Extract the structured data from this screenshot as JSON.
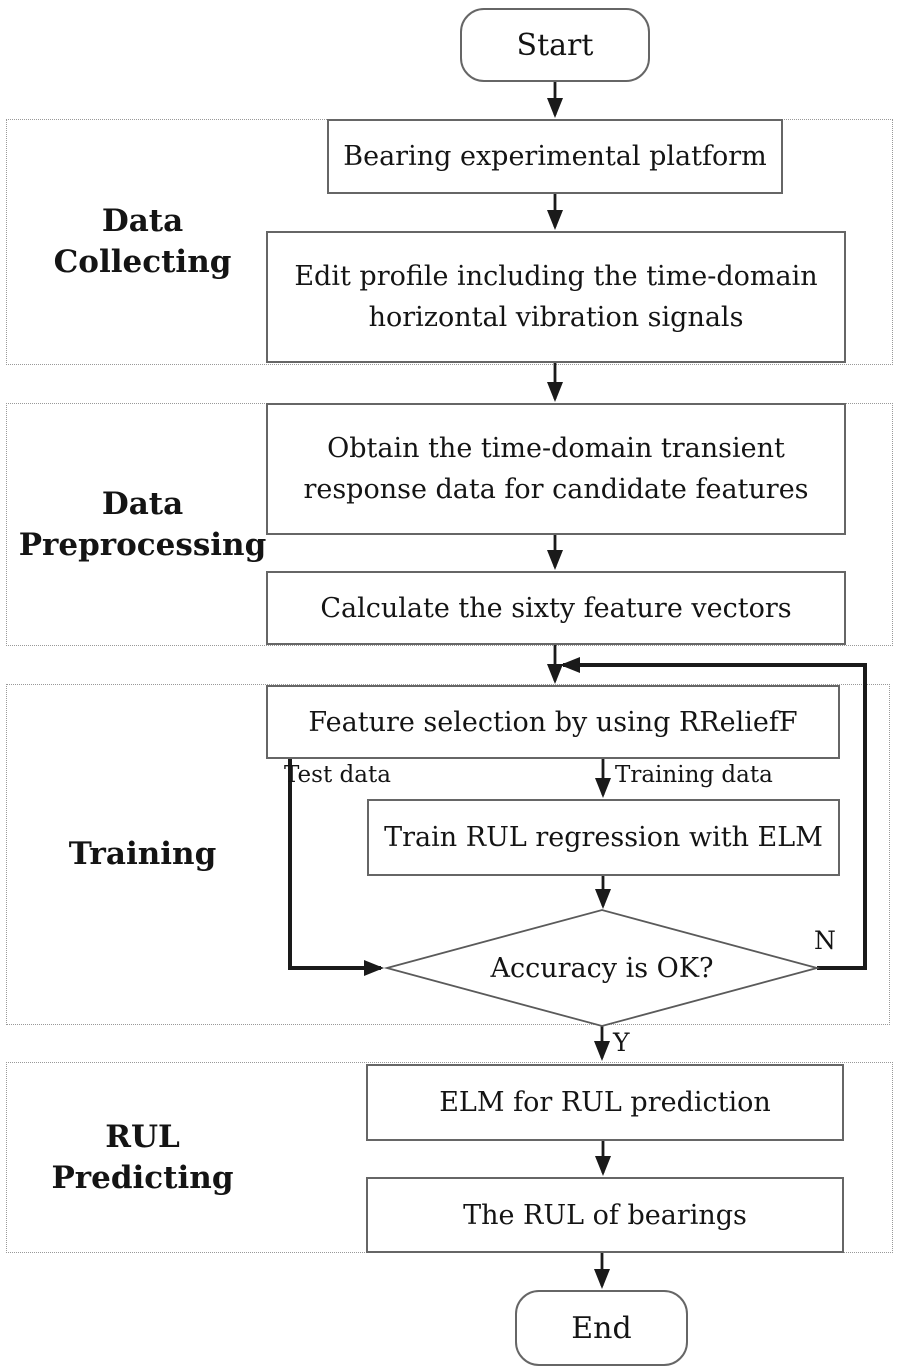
{
  "diagram": {
    "type": "flowchart",
    "nodes": {
      "start": {
        "shape": "terminator",
        "lines": [
          "Start"
        ]
      },
      "platform": {
        "shape": "process",
        "lines": [
          "Bearing experimental platform"
        ]
      },
      "edit_profile": {
        "shape": "process",
        "lines": [
          "Edit profile including the time-domain",
          "horizontal vibration signals"
        ]
      },
      "obtain": {
        "shape": "process",
        "lines": [
          "Obtain the time-domain transient",
          "response data for candidate features"
        ]
      },
      "calculate": {
        "shape": "process",
        "lines": [
          "Calculate the sixty feature vectors"
        ]
      },
      "feature_selection": {
        "shape": "process",
        "lines": [
          "Feature selection by using RReliefF"
        ]
      },
      "train": {
        "shape": "process",
        "lines": [
          "Train RUL regression with ELM"
        ]
      },
      "accuracy": {
        "shape": "decision",
        "lines": [
          "Accuracy is OK?"
        ]
      },
      "elm_prediction": {
        "shape": "process",
        "lines": [
          "ELM for RUL prediction"
        ]
      },
      "rul_bearings": {
        "shape": "process",
        "lines": [
          "The RUL of bearings"
        ]
      },
      "end": {
        "shape": "terminator",
        "lines": [
          "End"
        ]
      }
    },
    "groups": [
      {
        "id": "data_collecting",
        "lines": [
          "Data",
          "Collecting"
        ]
      },
      {
        "id": "data_preprocessing",
        "lines": [
          "Data",
          "Preprocessing"
        ]
      },
      {
        "id": "training",
        "lines": [
          "Training"
        ]
      },
      {
        "id": "rul_predicting",
        "lines": [
          "RUL",
          "Predicting"
        ]
      }
    ],
    "edge_labels": {
      "test_data": "Test data",
      "training_data": "Training data",
      "no": "N",
      "yes": "Y"
    },
    "edges": [
      {
        "from": "start",
        "to": "platform"
      },
      {
        "from": "platform",
        "to": "edit_profile"
      },
      {
        "from": "edit_profile",
        "to": "obtain"
      },
      {
        "from": "obtain",
        "to": "calculate"
      },
      {
        "from": "calculate",
        "to": "feature_selection"
      },
      {
        "from": "feature_selection",
        "to": "train",
        "label": "Training data"
      },
      {
        "from": "feature_selection",
        "to": "accuracy",
        "label": "Test data"
      },
      {
        "from": "train",
        "to": "accuracy"
      },
      {
        "from": "accuracy",
        "to": "feature_selection",
        "label": "N"
      },
      {
        "from": "accuracy",
        "to": "elm_prediction",
        "label": "Y"
      },
      {
        "from": "elm_prediction",
        "to": "rul_bearings"
      },
      {
        "from": "rul_bearings",
        "to": "end"
      }
    ],
    "colors": {
      "background": "#ffffff",
      "box_border": "#666666",
      "group_border": "#999999",
      "arrow": "#1a1a1a",
      "text": "#141414"
    }
  }
}
